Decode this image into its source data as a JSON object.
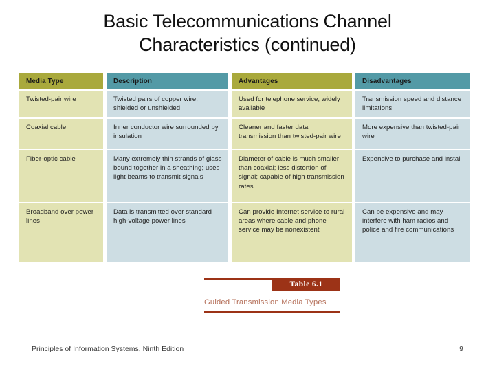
{
  "slide": {
    "title_line1": "Basic Telecommunications Channel",
    "title_line2": "Characteristics (continued)"
  },
  "table": {
    "headers": [
      "Media Type",
      "Description",
      "Advantages",
      "Disadvantages"
    ],
    "rows": [
      {
        "media_type": "Twisted-pair wire",
        "description": "Twisted pairs of copper wire, shielded or unshielded",
        "advantages": "Used for telephone service; widely available",
        "disadvantages": "Transmission speed and distance limitations"
      },
      {
        "media_type": "Coaxial cable",
        "description": "Inner conductor wire surrounded by insulation",
        "advantages": "Cleaner and faster data transmission than twisted-pair wire",
        "disadvantages": "More expensive than twisted-pair wire"
      },
      {
        "media_type": "Fiber-optic cable",
        "description": "Many extremely thin strands of glass bound together in a sheathing; uses light beams to transmit signals",
        "advantages": "Diameter of cable is much smaller than coaxial; less distortion of signal; capable of high transmission rates",
        "disadvantages": "Expensive to purchase and install"
      },
      {
        "media_type": "Broadband over power lines",
        "description": "Data is transmitted over standard high-voltage power lines",
        "advantages": "Can provide Internet service to rural areas where cable and phone service may be nonexistent",
        "disadvantages": "Can be expensive and may interfere with ham radios and police and fire communications"
      }
    ],
    "colors": {
      "header_olive": "#a9a93c",
      "header_teal": "#539aa6",
      "body_olive": "#e2e3b3",
      "body_blue": "#cdddE3"
    }
  },
  "caption": {
    "badge": "Table 6.1",
    "text": "Guided Transmission Media Types",
    "accent_color": "#9c3317",
    "text_color": "#b5705a"
  },
  "footer": {
    "source": "Principles of Information Systems, Ninth Edition",
    "page_number": "9"
  }
}
